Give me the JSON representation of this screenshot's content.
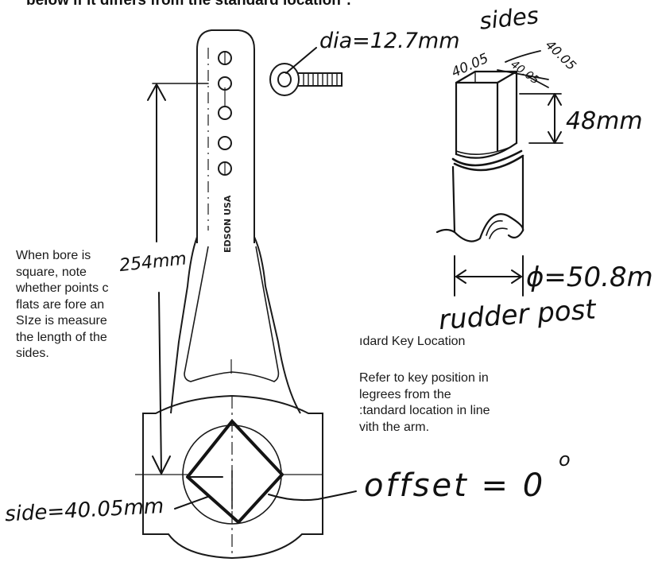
{
  "header": {
    "text": "below if it differs from the standard location*."
  },
  "bore_note": {
    "lines": [
      "When bore is",
      "square, note",
      "whether points c",
      "flats are fore an",
      "SIze is measure",
      "the length of the",
      "sides."
    ]
  },
  "key_section": {
    "title": "ıdard Key Location",
    "lines": [
      "Refer to key position in",
      "legrees from the",
      ":tandard location in line",
      "vith the arm."
    ]
  },
  "arm": {
    "imprint": "EDSON USA"
  },
  "handwritten": {
    "diameter": "dia=12.7mm",
    "sides_label": "sides",
    "side_dim_1": "40.05",
    "side_dim_2": "40.05",
    "side_dim_3": "40.05",
    "post_height": "48mm",
    "arm_length": "254mm",
    "post_diameter": "ϕ=50.8m",
    "post_label": "rudder post",
    "offset": "offset = 0",
    "offset_degree": "o",
    "bore_side": "side=40.05mm"
  },
  "colors": {
    "ink": "#1a1a1a",
    "paper": "#ffffff"
  }
}
